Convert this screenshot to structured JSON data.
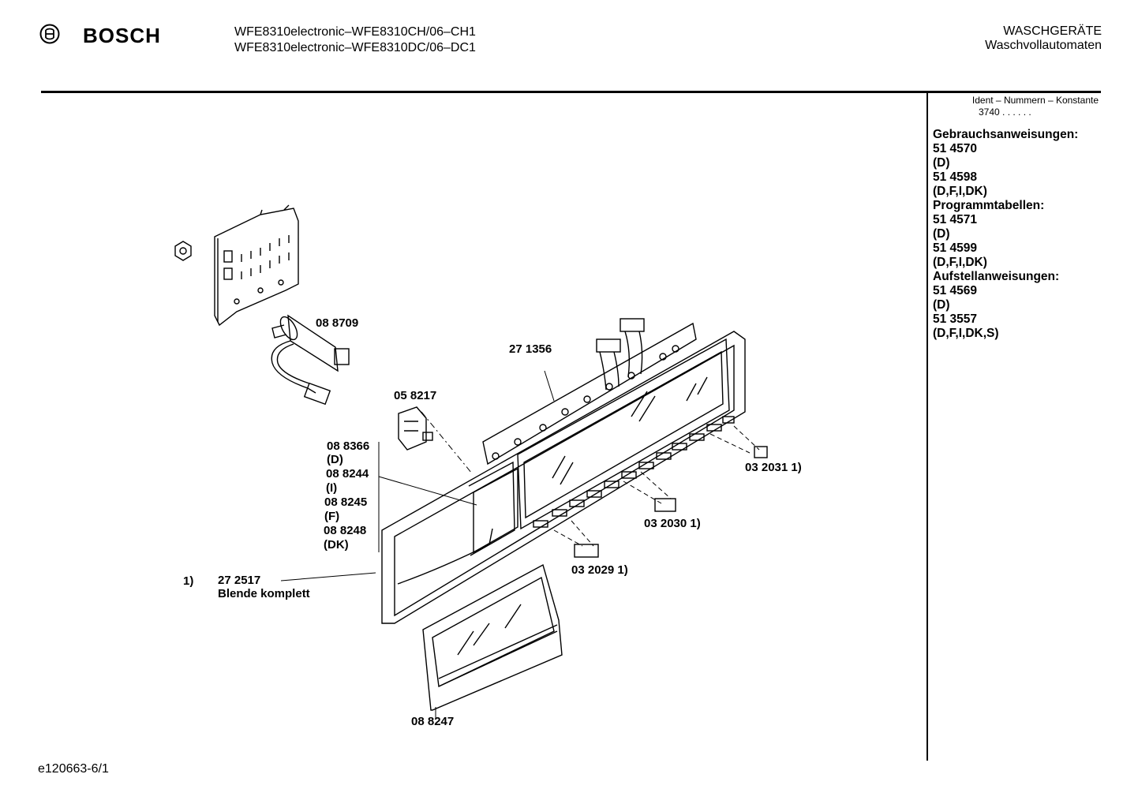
{
  "header": {
    "brand": "BOSCH",
    "model_line_1": "WFE8310electronic–WFE8310CH/06–CH1",
    "model_line_2": "WFE8310electronic–WFE8310DC/06–DC1",
    "category_1": "WASCHGERÄTE",
    "category_2": "Waschvollautomaten"
  },
  "sidebar": {
    "ident_label": "Ident – Nummern – Konstante",
    "ident_value": "3740 . . . . . .",
    "docs": [
      "Gebrauchsanweisungen:",
      "51 4570",
      "(D)",
      "51 4598",
      "(D,F,I,DK)",
      "Programmtabellen:",
      "51 4571",
      "(D)",
      "51 4599",
      "(D,F,I,DK)",
      "Aufstellanweisungen:",
      "51 4569",
      "(D)",
      "51 3557",
      "(D,F,I,DK,S)"
    ]
  },
  "parts": {
    "p088709": "08 8709",
    "p271356": "27 1356",
    "p058217": "05 8217",
    "p088366": "08 8366",
    "p088366_lang": "(D)",
    "p088244": "08 8244",
    "p088244_lang": "(I)",
    "p088245": "08 8245",
    "p088245_lang": "(F)",
    "p088248": "08 8248",
    "p088248_lang": "(DK)",
    "p032031": "03 2031 1)",
    "p032030": "03 2030 1)",
    "p032029": "03 2029 1)",
    "footnote_marker": "1)",
    "p272517": "27 2517",
    "p272517_desc": "Blende komplett",
    "p088247": "08 8247"
  },
  "footer": {
    "doc_id": "e120663-6/1"
  }
}
